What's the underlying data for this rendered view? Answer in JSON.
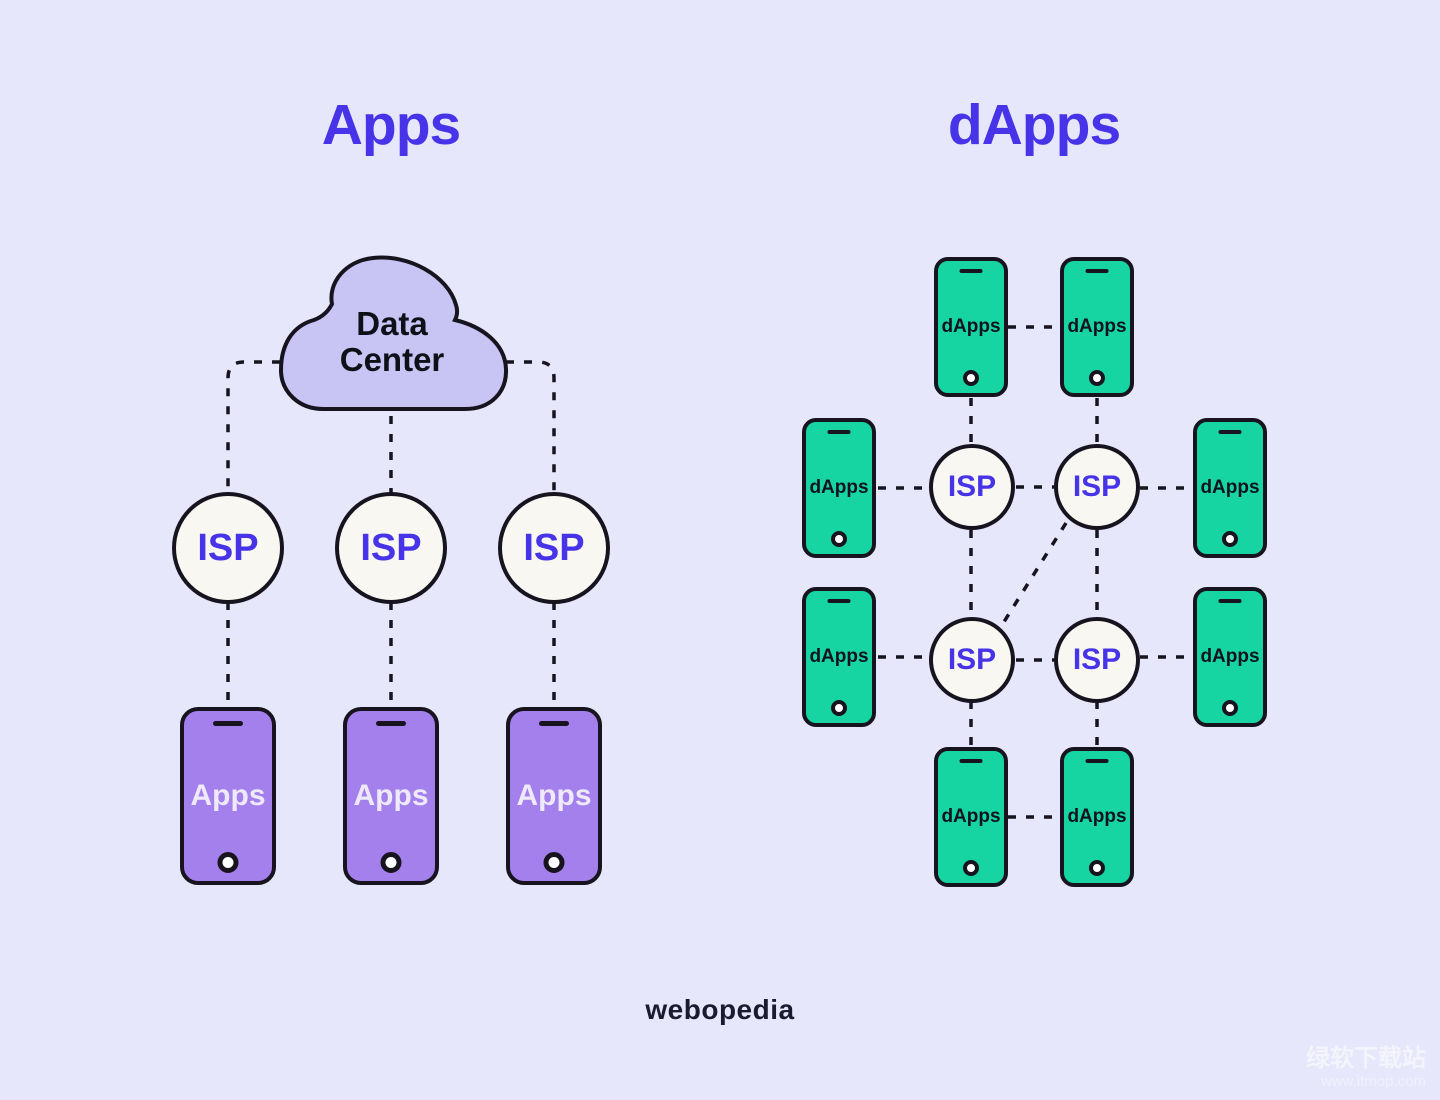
{
  "diagram": {
    "left": {
      "title": "Apps",
      "cloud": {
        "line1": "Data",
        "line2": "Center"
      },
      "isp_nodes": [
        {
          "label": "ISP"
        },
        {
          "label": "ISP"
        },
        {
          "label": "ISP"
        }
      ],
      "phones": [
        {
          "label": "Apps"
        },
        {
          "label": "Apps"
        },
        {
          "label": "Apps"
        }
      ]
    },
    "right": {
      "title": "dApps",
      "isp_nodes": [
        {
          "label": "ISP"
        },
        {
          "label": "ISP"
        },
        {
          "label": "ISP"
        },
        {
          "label": "ISP"
        }
      ],
      "phones": [
        {
          "label": "dApps"
        },
        {
          "label": "dApps"
        },
        {
          "label": "dApps"
        },
        {
          "label": "dApps"
        },
        {
          "label": "dApps"
        },
        {
          "label": "dApps"
        },
        {
          "label": "dApps"
        },
        {
          "label": "dApps"
        }
      ]
    },
    "colors": {
      "background": "#E6E7FA",
      "title_accent": "#4733E8",
      "cloud_fill": "#C8C4F4",
      "outline": "#17141F",
      "app_phone_fill": "#A480EC",
      "app_phone_label": "#EFE9FC",
      "dapp_phone_fill": "#16D5A3",
      "isp_node_fill": "#F8F7F2",
      "isp_label_color": "#4733E8"
    }
  },
  "footer": {
    "brand": "webopedia"
  },
  "watermark": {
    "line1": "绿软下载站",
    "line2": "www.itmop.com"
  }
}
